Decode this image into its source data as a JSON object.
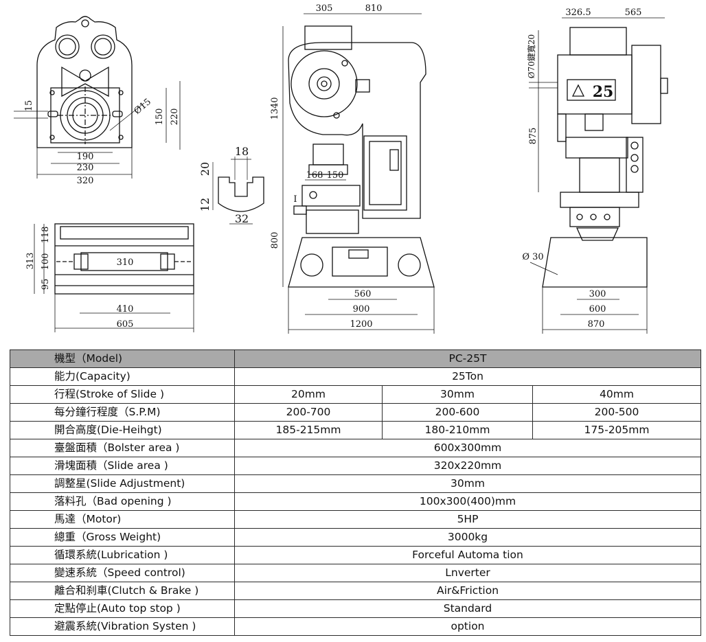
{
  "drawing": {
    "top_view": {
      "dims": [
        "15",
        "Ø15",
        "150",
        "220",
        "190",
        "230",
        "320"
      ]
    },
    "slot_detail": {
      "dims": [
        "18",
        "20",
        "12",
        "32"
      ]
    },
    "bolster_view": {
      "dims": [
        "118",
        "313",
        "100",
        "95",
        "310",
        "410",
        "605"
      ]
    },
    "front_view": {
      "dims": [
        "305",
        "810",
        "1340",
        "168",
        "150",
        "800",
        "560",
        "900",
        "1200"
      ],
      "mark": "I"
    },
    "side_view": {
      "dims": [
        "326.5",
        "565",
        "Ø70鍵寬20",
        "875",
        "Ø 30",
        "300",
        "600",
        "870"
      ],
      "badge": "25"
    }
  },
  "table": {
    "header": {
      "label": "機型（Model)",
      "value": "PC-25T"
    },
    "rows": [
      {
        "label": "能力(Capacity)",
        "values": [
          "25Ton"
        ]
      },
      {
        "label": "行程(Stroke of Slide )",
        "values": [
          "20mm",
          "30mm",
          "40mm"
        ]
      },
      {
        "label": "每分鐘行程度（S.P.M)",
        "values": [
          "200-700",
          "200-600",
          "200-500"
        ]
      },
      {
        "label": "開合高度(Die-Heihgt)",
        "values": [
          "185-215mm",
          "180-210mm",
          "175-205mm"
        ]
      },
      {
        "label": "臺盤面積（Bolster area )",
        "values": [
          "600x300mm"
        ]
      },
      {
        "label": "滑塊面積（Slide area )",
        "values": [
          "320x220mm"
        ]
      },
      {
        "label": "調整星(Slide Adjustment)",
        "values": [
          "30mm"
        ]
      },
      {
        "label": "落料孔（Bad opening )",
        "values": [
          "100x300(400)mm"
        ]
      },
      {
        "label": "馬達（Motor)",
        "values": [
          "5HP"
        ]
      },
      {
        "label": "總重（Gross Weight)",
        "values": [
          "3000kg"
        ]
      },
      {
        "label": "循環系統(Lubrication )",
        "values": [
          "Forceful Automa tion"
        ]
      },
      {
        "label": "變速系統（Speed control)",
        "values": [
          "Lnverter"
        ]
      },
      {
        "label": "離合和刹車(Clutch & Brake )",
        "values": [
          "Air&Friction"
        ]
      },
      {
        "label": "定點停止(Auto top stop )",
        "values": [
          "Standard"
        ]
      },
      {
        "label": "避震系統(Vibration Systen )",
        "values": [
          "option"
        ]
      }
    ]
  }
}
